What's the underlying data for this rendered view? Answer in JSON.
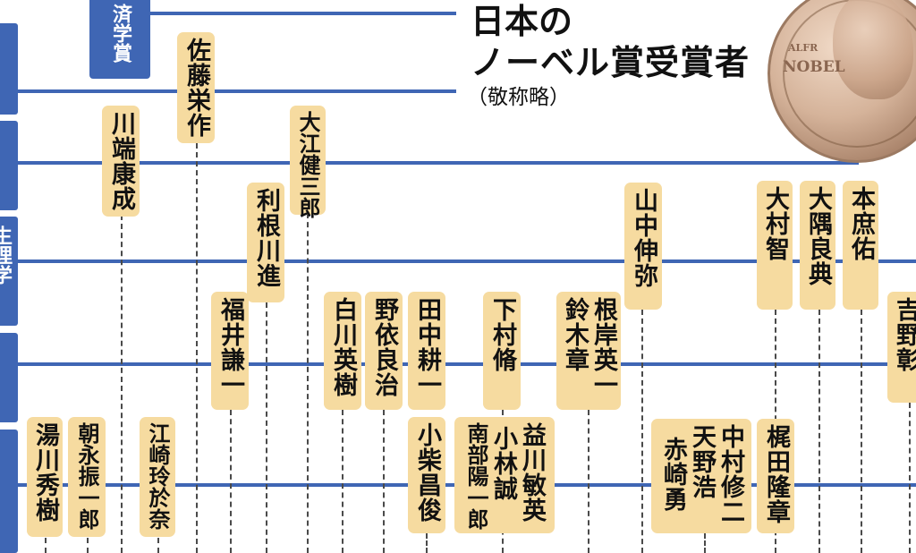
{
  "header": {
    "title_line1": "日本の",
    "title_line2": "ノーベル賞受賞者",
    "note": "（敬称略）"
  },
  "categories": {
    "economics_partial": "済学賞",
    "physiology_partial": "生理学"
  },
  "medal": {
    "inscription": "NOBEL",
    "inscription_small": "ALFR"
  },
  "laureates": [
    {
      "name": "湯川秀樹"
    },
    {
      "name": "朝永振一郎"
    },
    {
      "name": "川端康成"
    },
    {
      "name": "江崎玲於奈"
    },
    {
      "name": "佐藤栄作"
    },
    {
      "name": "福井謙一"
    },
    {
      "name": "利根川進"
    },
    {
      "name": "大江健三郎"
    },
    {
      "name": "白川英樹"
    },
    {
      "name": "野依良治"
    },
    {
      "name": "田中耕一"
    },
    {
      "name": "小柴昌俊"
    },
    {
      "name": "南部陽一郎"
    },
    {
      "name": "小林誠"
    },
    {
      "name": "益川敏英"
    },
    {
      "name": "下村脩"
    },
    {
      "name": "鈴木章"
    },
    {
      "name": "根岸英一"
    },
    {
      "name": "山中伸弥"
    },
    {
      "name": "赤崎勇"
    },
    {
      "name": "天野浩"
    },
    {
      "name": "中村修二"
    },
    {
      "name": "梶田隆章"
    },
    {
      "name": "大村智"
    },
    {
      "name": "大隅良典"
    },
    {
      "name": "本庶佑"
    },
    {
      "name": "吉野彰"
    }
  ],
  "colors": {
    "band": "#3f66b4",
    "card": "#f6dba0"
  }
}
